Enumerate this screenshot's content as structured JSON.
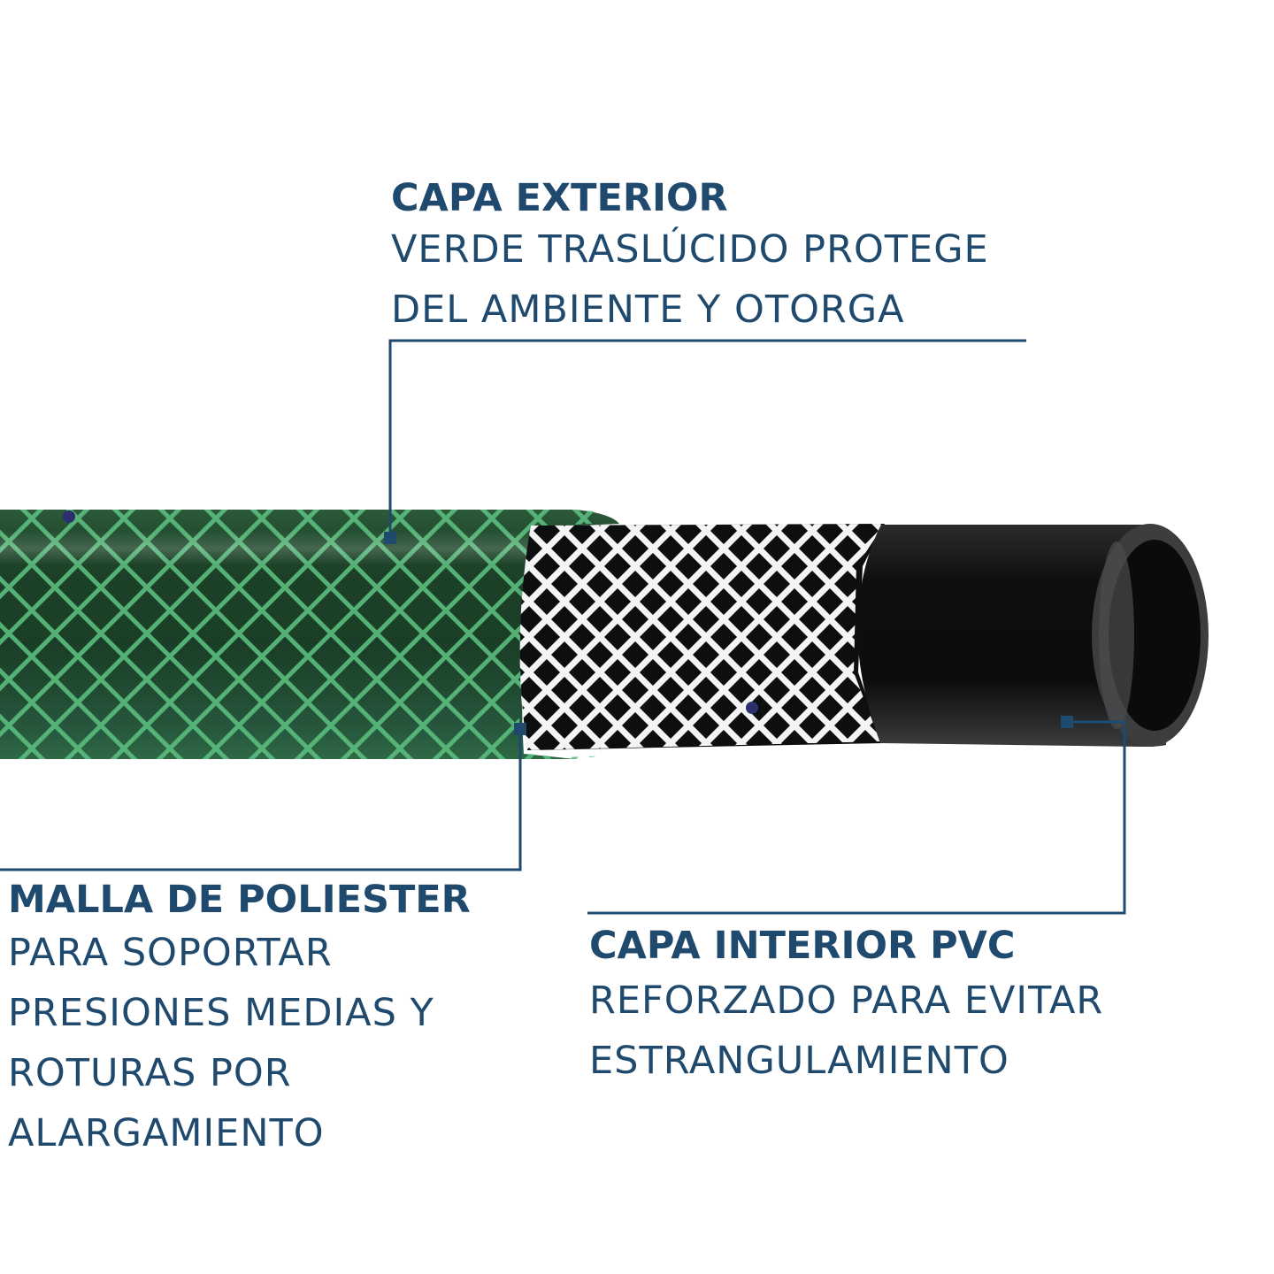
{
  "colors": {
    "text": "#1f4a6e",
    "leader": "#1f4a6e",
    "hose_green": "#1e4a2e",
    "mesh_green": "#5bbd7e",
    "inner_black": "#111213",
    "mesh_white": "#f4f4f4"
  },
  "callouts": {
    "exterior": {
      "title": "CAPA EXTERIOR",
      "lines": [
        "VERDE TRASLÚCIDO PROTEGE",
        "DEL AMBIENTE Y OTORGA"
      ]
    },
    "malla": {
      "title": "MALLA DE POLIESTER",
      "lines": [
        "PARA SOPORTAR",
        "PRESIONES MEDIAS Y",
        "ROTURAS POR",
        "ALARGAMIENTO"
      ]
    },
    "interior": {
      "title": "CAPA INTERIOR PVC",
      "lines": [
        "REFORZADO PARA EVITAR",
        "ESTRANGULAMIENTO"
      ]
    }
  }
}
